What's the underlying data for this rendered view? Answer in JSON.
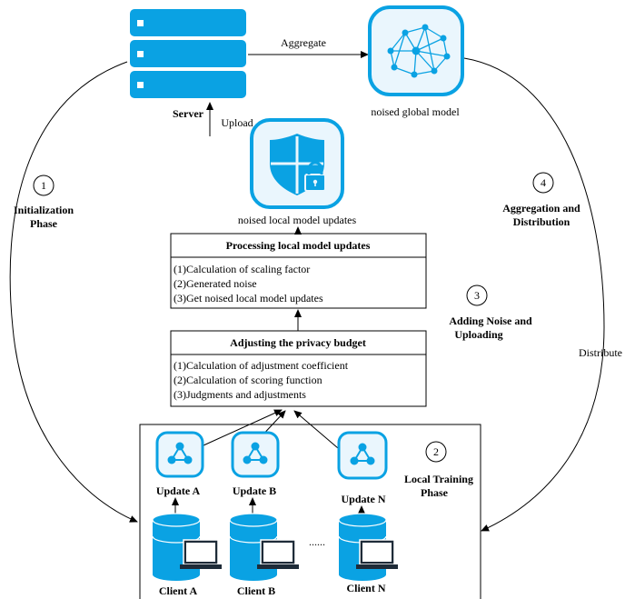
{
  "colors": {
    "primary": "#0aa2e3",
    "icon_light": "#eaf6fd",
    "line": "#000000"
  },
  "icons": {
    "server": "server-icon",
    "global_model": "neural-network-icon",
    "shield": "shield-lock-icon",
    "update": "network-node-icon",
    "client": "database-laptop-icon"
  },
  "labels": {
    "server": "Server",
    "aggregate": "Aggregate",
    "upload": "Upload",
    "global_model": "noised global model",
    "local_updates": "noised local model updates",
    "distribute": "Distribute",
    "dots": "......"
  },
  "phases": [
    {
      "number": "1",
      "line1": "Initialization",
      "line2": "Phase"
    },
    {
      "number": "2",
      "line1": "Local Training",
      "line2": "Phase"
    },
    {
      "number": "3",
      "line1": "Adding Noise and",
      "line2": "Uploading"
    },
    {
      "number": "4",
      "line1": "Aggregation and",
      "line2": "Distribution"
    }
  ],
  "processing_box": {
    "title": "Processing local model updates",
    "items": [
      "(1)Calculation of scaling factor",
      "(2)Generated noise",
      "(3)Get noised local model updates"
    ]
  },
  "privacy_box": {
    "title": "Adjusting the privacy budget",
    "items": [
      "(1)Calculation of adjustment coefficient",
      "(2)Calculation of scoring function",
      "(3)Judgments and adjustments"
    ]
  },
  "clients": [
    {
      "update": "Update A",
      "client": "Client A"
    },
    {
      "update": "Update B",
      "client": "Client B"
    },
    {
      "update": "Update N",
      "client": "Client N"
    }
  ]
}
